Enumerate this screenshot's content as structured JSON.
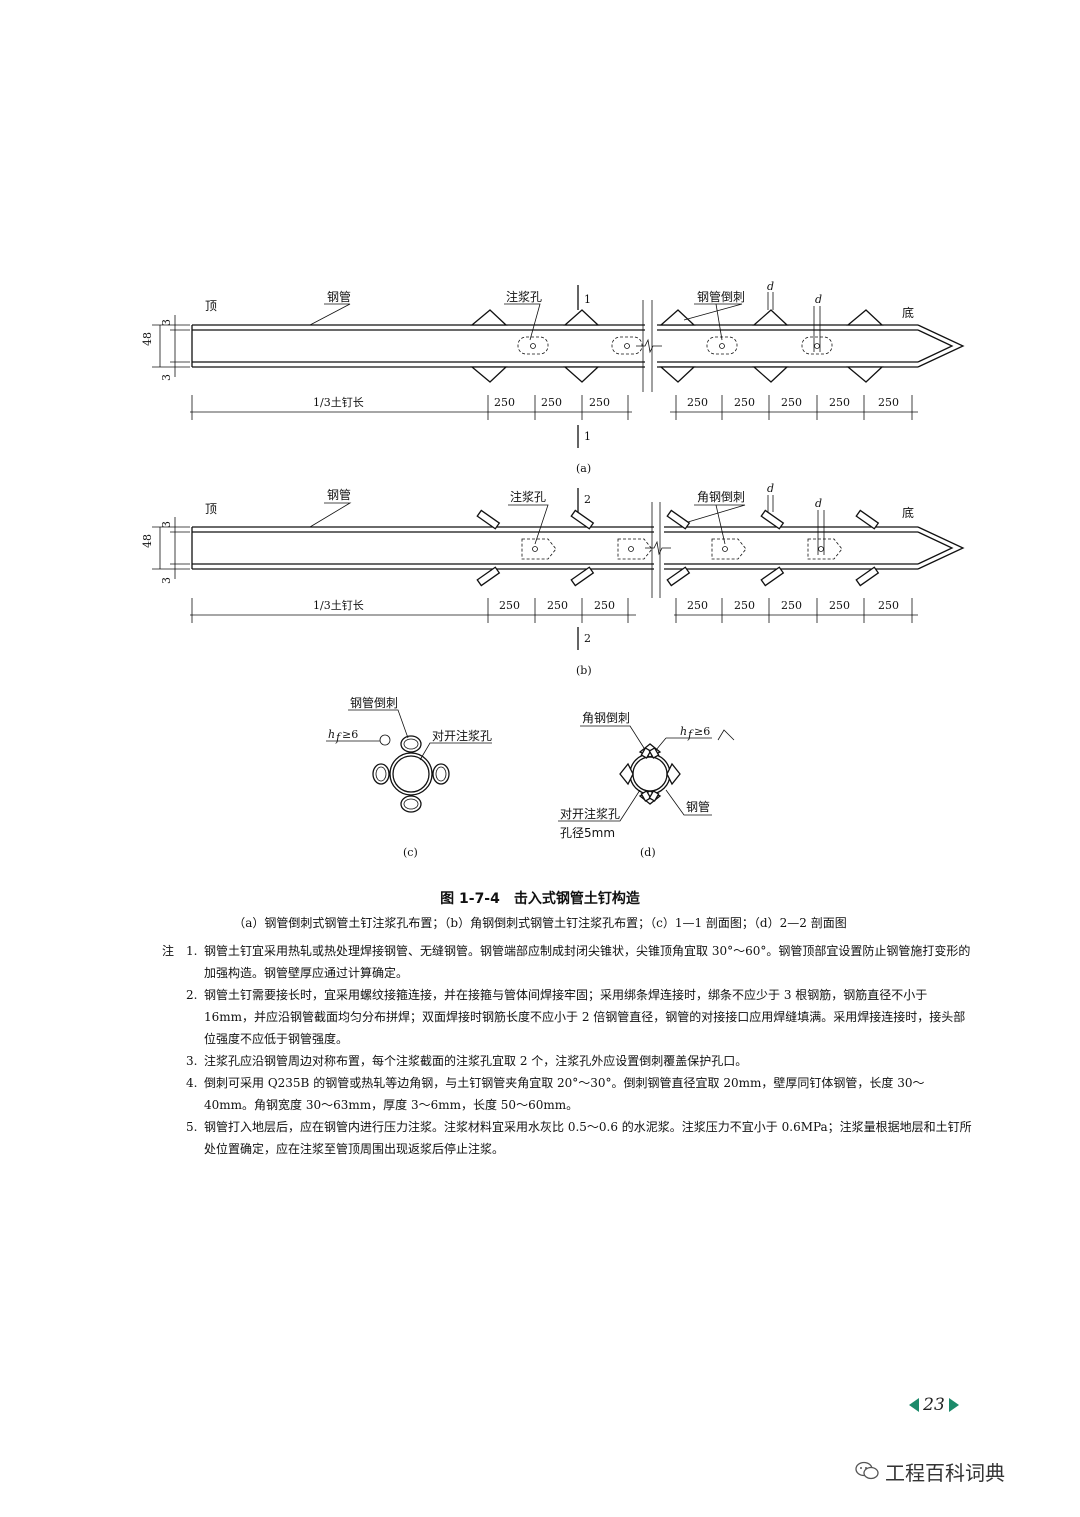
{
  "diagram_a": {
    "top_label": "顶",
    "bottom_label": "底",
    "pipe_label": "钢管",
    "grout_hole_label": "注浆孔",
    "barb_label": "钢管倒刺",
    "section_mark": "1",
    "d_label": "d",
    "dim_48": "48",
    "dim_3": "3",
    "length_label": "1/3土钉长",
    "spacing": [
      "250",
      "250",
      "250",
      "250",
      "250",
      "250",
      "250",
      "250"
    ],
    "caption": "(a)"
  },
  "diagram_b": {
    "top_label": "顶",
    "bottom_label": "底",
    "pipe_label": "钢管",
    "grout_hole_label": "注浆孔",
    "barb_label": "角钢倒刺",
    "section_mark": "2",
    "d_label": "d",
    "dim_48": "48",
    "dim_3": "3",
    "length_label": "1/3土钉长",
    "spacing": [
      "250",
      "250",
      "250",
      "250",
      "250",
      "250",
      "250",
      "250"
    ],
    "caption": "(b)"
  },
  "diagram_c": {
    "barb_label": "钢管倒刺",
    "weld_label": "h",
    "weld_sub": "f",
    "weld_value": "≥6",
    "hole_label": "对开注浆孔",
    "caption": "(c)"
  },
  "diagram_d": {
    "barb_label": "角钢倒刺",
    "weld_label": "h",
    "weld_sub": "f",
    "weld_value": "≥6",
    "hole_label": "对开注浆孔",
    "hole_size": "孔径5mm",
    "pipe_label": "钢管",
    "caption": "(d)"
  },
  "figure": {
    "title": "图 1-7-4　击入式钢管土钉构造",
    "subtitle": "（a）钢管倒刺式钢管土钉注浆孔布置；（b）角钢倒刺式钢管土钉注浆孔布置；（c）1—1 剖面图；（d）2—2 剖面图"
  },
  "notes": {
    "head": "注",
    "items": [
      {
        "num": "1.",
        "text": "钢管土钉宜采用热轧或热处理焊接钢管、无缝钢管。钢管端部应制成封闭尖锥状，尖锥顶角宜取 30°～60°。钢管顶部宜设置防止钢管施打变形的加强构造。钢管壁厚应通过计算确定。"
      },
      {
        "num": "2.",
        "text": "钢管土钉需要接长时，宜采用螺纹接箍连接，并在接箍与管体间焊接牢固；采用绑条焊连接时，绑条不应少于 3 根钢筋，钢筋直径不小于 16mm，并应沿钢管截面均匀分布拼焊；双面焊接时钢筋长度不应小于 2 倍钢管直径，钢管的对接接口应用焊缝填满。采用焊接连接时，接头部位强度不应低于钢管强度。"
      },
      {
        "num": "3.",
        "text": "注浆孔应沿钢管周边对称布置，每个注浆截面的注浆孔宜取 2 个，注浆孔外应设置倒刺覆盖保护孔口。"
      },
      {
        "num": "4.",
        "text": "倒刺可采用 Q235B 的钢管或热轧等边角钢，与土钉钢管夹角宜取 20°～30°。倒刺钢管直径宜取 20mm，壁厚同钉体钢管，长度 30～40mm。角钢宽度 30～63mm，厚度 3～6mm，长度 50～60mm。"
      },
      {
        "num": "5.",
        "text": "钢管打入地层后，应在钢管内进行压力注浆。注浆材料宜采用水灰比 0.5～0.6 的水泥浆。注浆压力不宜小于 0.6MPa；注浆量根据地层和土钉所处位置确定，应在注浆至管顶周围出现返浆后停止注浆。"
      }
    ]
  },
  "footer": {
    "page_number": "23",
    "watermark": "工程百科词典",
    "accent_color": "#1c8a6a"
  }
}
